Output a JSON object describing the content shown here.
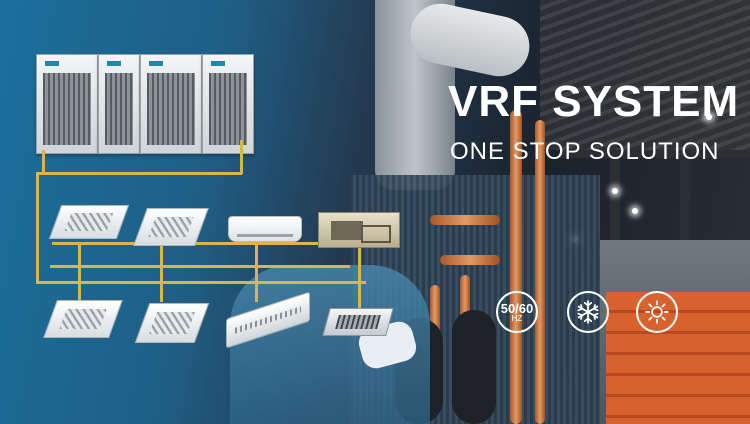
{
  "banner": {
    "headline": "VRF SYSTEM",
    "subline": "ONE STOP SOLUTION"
  },
  "modes": {
    "frequency": {
      "main": "50/60",
      "unit": "HZ",
      "icon": "frequency-50-60hz-icon"
    },
    "cooling": {
      "icon": "snowflake-icon"
    },
    "heating": {
      "icon": "sun-icon"
    }
  },
  "colors": {
    "text": "#ffffff",
    "pipe": "#d9b64b",
    "background_blue": "#1a6f9c"
  }
}
